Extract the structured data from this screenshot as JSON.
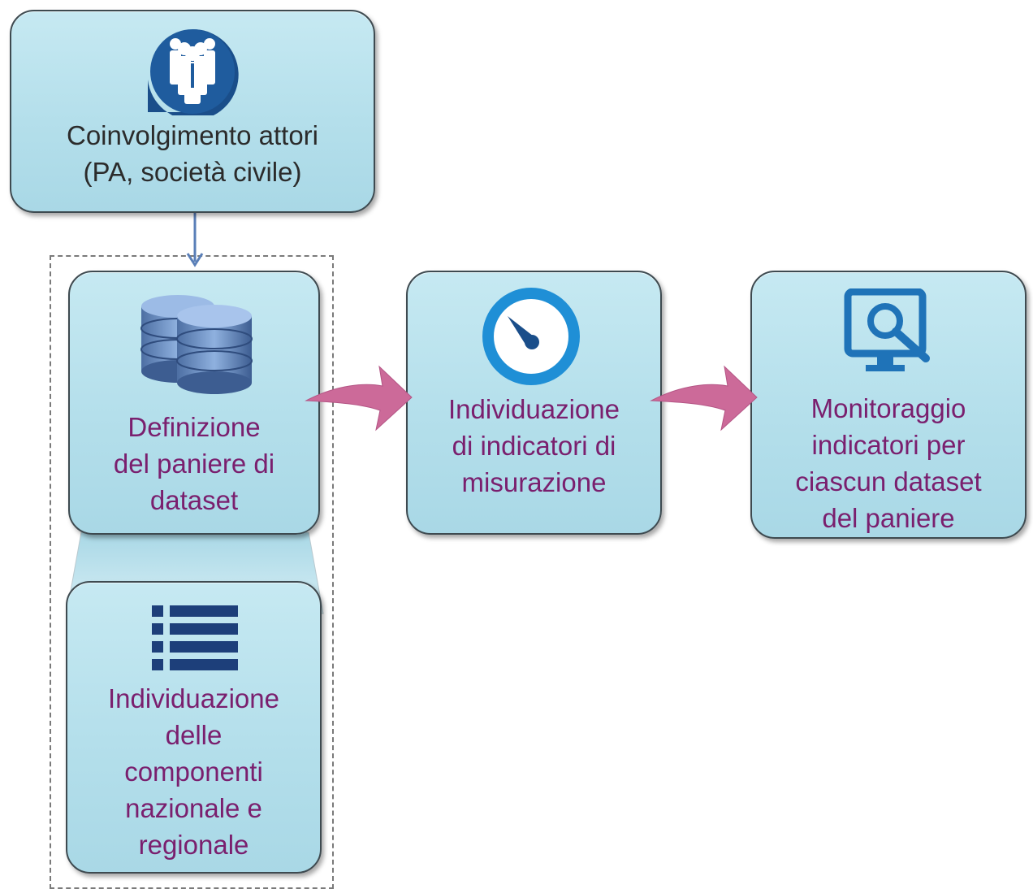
{
  "nodes": {
    "actors": {
      "lines": [
        "Coinvolgimento attori",
        "(PA, società civile)"
      ],
      "icon": "people-group-icon"
    },
    "basket": {
      "lines": [
        "Definizione",
        "del paniere di",
        "dataset"
      ],
      "icon": "database-icon"
    },
    "components": {
      "lines": [
        "Individuazione",
        "delle",
        "componenti",
        "nazionale e",
        "regionale"
      ],
      "icon": "list-icon"
    },
    "indicators": {
      "lines": [
        "Individuazione",
        "di indicatori di",
        "misurazione"
      ],
      "icon": "gauge-icon"
    },
    "monitoring": {
      "lines": [
        "Monitoraggio",
        "indicatori per",
        "ciascun dataset",
        "del paniere"
      ],
      "icon": "monitor-search-icon"
    }
  },
  "colors": {
    "box_fill": "#b4dfeb",
    "box_border": "#3e4a50",
    "label_dark": "#2b2b2b",
    "label_purple": "#7a1f6e",
    "arrow_pink": "#cc6a99",
    "icon_blue": "#1f73b8"
  }
}
